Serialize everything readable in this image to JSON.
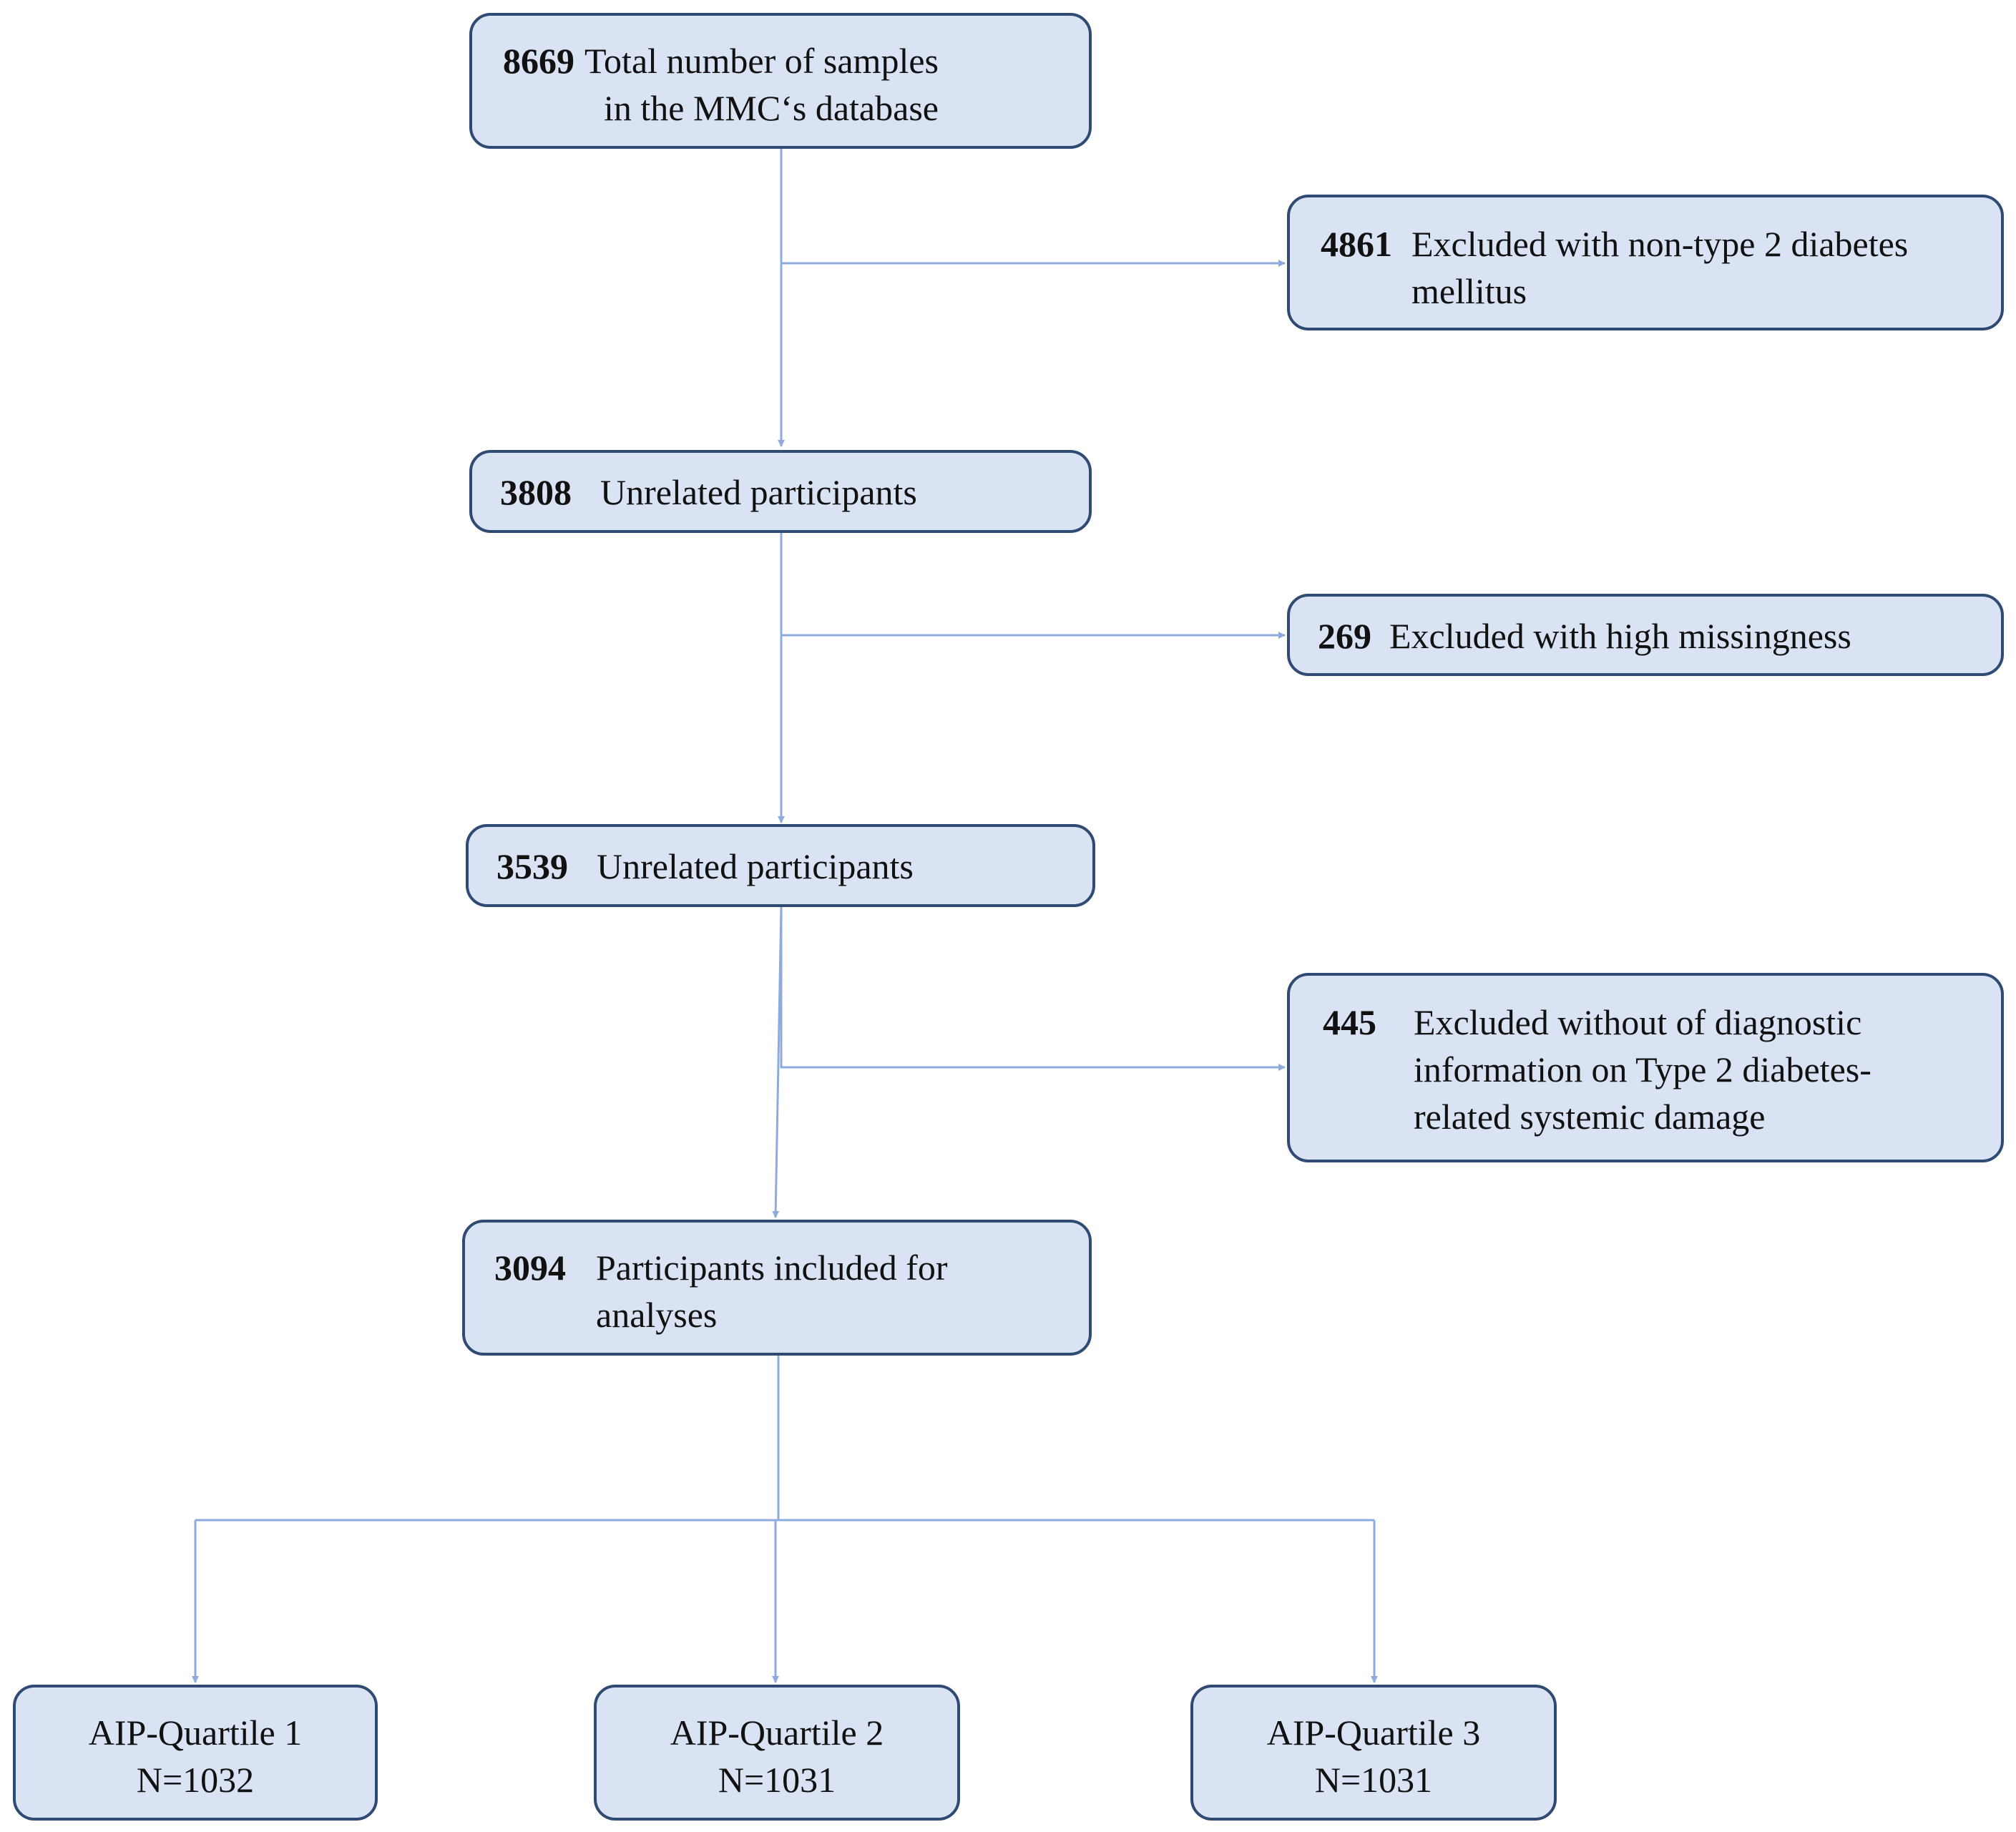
{
  "boxes": {
    "total": {
      "count": "8669",
      "line1": "Total number of samples",
      "line2": "in the MMC‘s database"
    },
    "excl1": {
      "count": "4861",
      "text": "Excluded with non-type 2 diabetes mellitus"
    },
    "step1": {
      "count": "3808",
      "text": "Unrelated participants"
    },
    "excl2": {
      "count": "269",
      "text": "Excluded with high missingness"
    },
    "step2": {
      "count": "3539",
      "text": "Unrelated participants"
    },
    "excl3": {
      "count": "445",
      "text": "Excluded without of diagnostic information on Type 2 diabetes-related systemic damage"
    },
    "final": {
      "count": "3094",
      "text": "Participants included for analyses"
    }
  },
  "quartiles": [
    {
      "label": "AIP-Quartile 1",
      "n": "N=1032"
    },
    {
      "label": "AIP-Quartile 2",
      "n": "N=1031"
    },
    {
      "label": "AIP-Quartile 3",
      "n": "N=1031"
    }
  ],
  "colors": {
    "box_fill": "#dae3f3",
    "box_border": "#2f4a73",
    "connector": "#8faadc"
  }
}
